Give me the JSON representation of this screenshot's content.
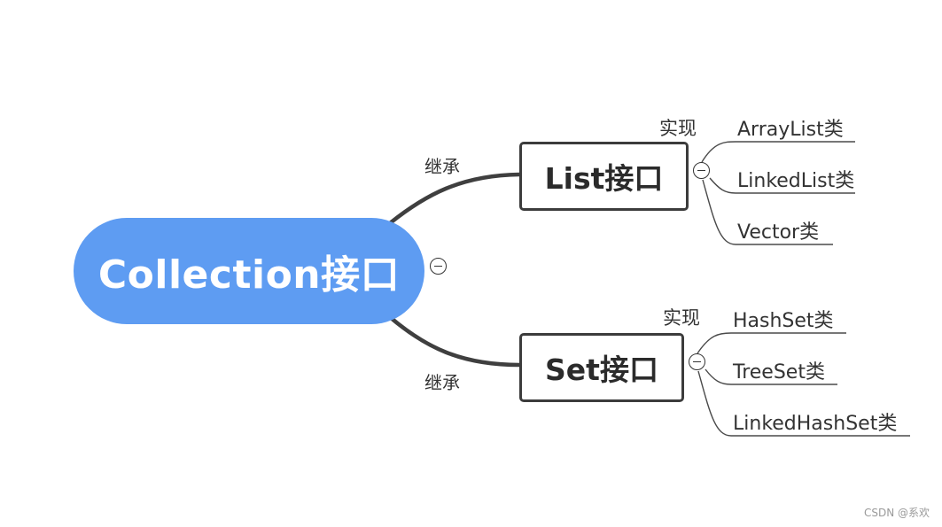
{
  "root": {
    "label": "Collection接口"
  },
  "branches": [
    {
      "label": "List接口",
      "edge_label": "继承",
      "leaf_group_label": "实现",
      "leaves": [
        "ArrayList类",
        "LinkedList类",
        "Vector类"
      ]
    },
    {
      "label": "Set接口",
      "edge_label": "继承",
      "leaf_group_label": "实现",
      "leaves": [
        "HashSet类",
        "TreeSet类",
        "LinkedHashSet类"
      ]
    }
  ],
  "watermark": "CSDN @系欢",
  "colors": {
    "root_fill": "#5e9cf2",
    "root_text": "#ffffff",
    "edge": "#3f3f3f",
    "box_border": "#3c3c3c"
  },
  "icons": [
    "collapse-icon"
  ]
}
